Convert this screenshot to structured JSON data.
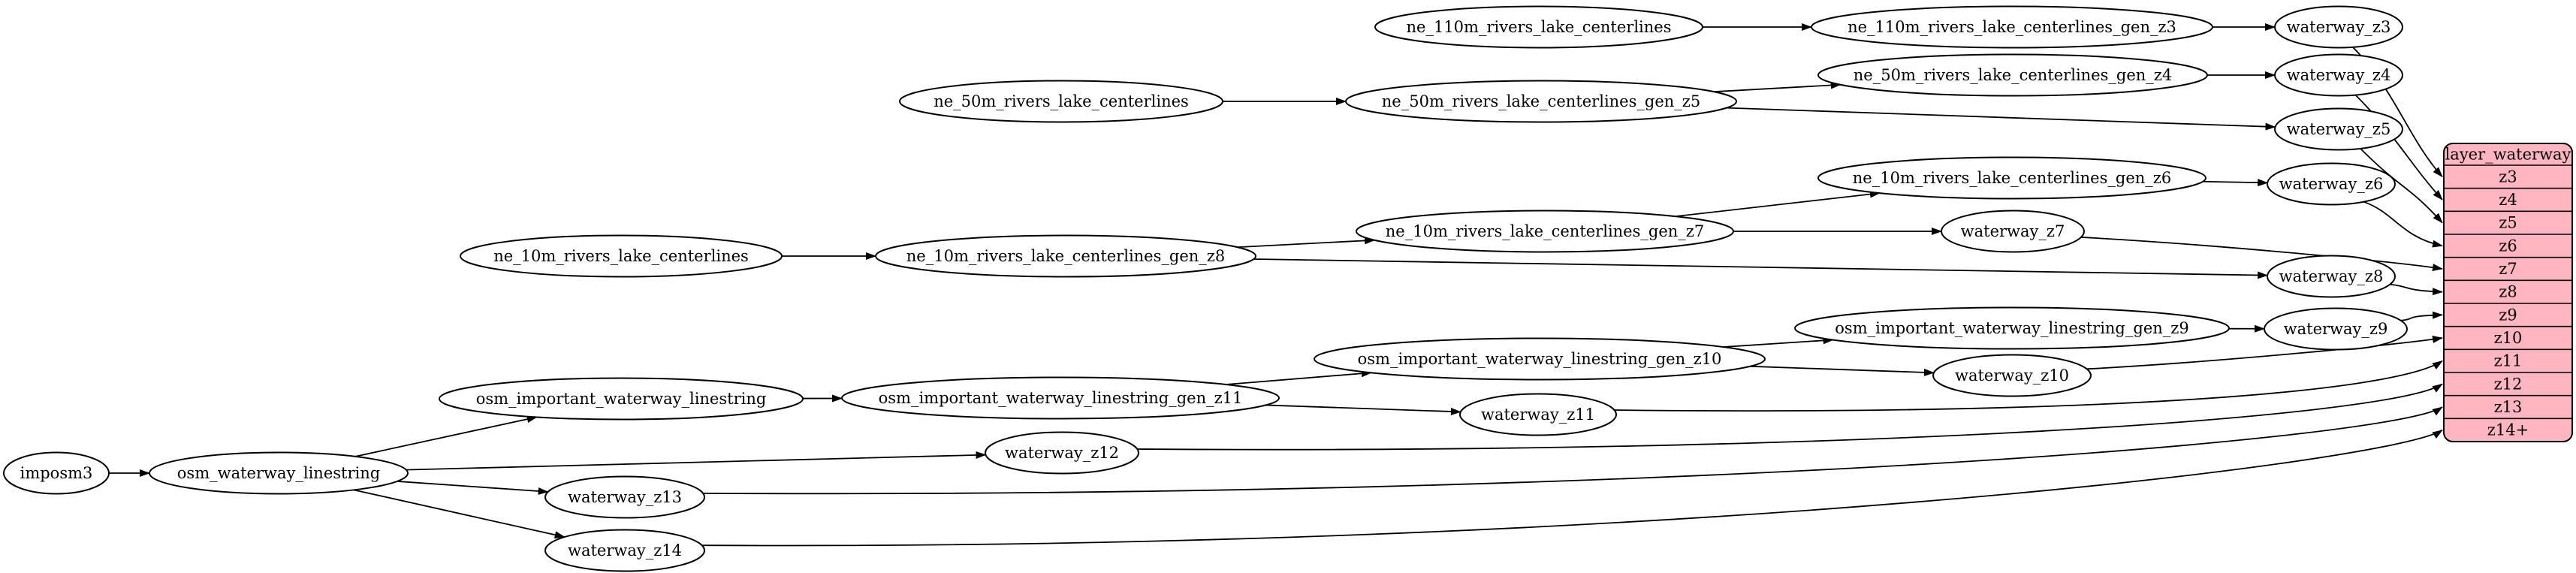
{
  "diagram": {
    "background": "#ffffff",
    "node_fill": "#ffffff",
    "node_stroke": "#000000",
    "edge_color": "#000000",
    "text_color": "#000000",
    "record_fill": "#ffb6c1"
  },
  "nodes": [
    {
      "id": "imposm3",
      "label": "imposm3"
    },
    {
      "id": "osm_waterway_linestring",
      "label": "osm_waterway_linestring"
    },
    {
      "id": "osm_important_waterway_linestring",
      "label": "osm_important_waterway_linestring"
    },
    {
      "id": "osm_important_waterway_linestring_gen_z11",
      "label": "osm_important_waterway_linestring_gen_z11"
    },
    {
      "id": "osm_important_waterway_linestring_gen_z10",
      "label": "osm_important_waterway_linestring_gen_z10"
    },
    {
      "id": "osm_important_waterway_linestring_gen_z9",
      "label": "osm_important_waterway_linestring_gen_z9"
    },
    {
      "id": "ne_110m_rivers_lake_centerlines",
      "label": "ne_110m_rivers_lake_centerlines"
    },
    {
      "id": "ne_110m_rivers_lake_centerlines_gen_z3",
      "label": "ne_110m_rivers_lake_centerlines_gen_z3"
    },
    {
      "id": "ne_50m_rivers_lake_centerlines",
      "label": "ne_50m_rivers_lake_centerlines"
    },
    {
      "id": "ne_50m_rivers_lake_centerlines_gen_z5",
      "label": "ne_50m_rivers_lake_centerlines_gen_z5"
    },
    {
      "id": "ne_50m_rivers_lake_centerlines_gen_z4",
      "label": "ne_50m_rivers_lake_centerlines_gen_z4"
    },
    {
      "id": "ne_10m_rivers_lake_centerlines",
      "label": "ne_10m_rivers_lake_centerlines"
    },
    {
      "id": "ne_10m_rivers_lake_centerlines_gen_z8",
      "label": "ne_10m_rivers_lake_centerlines_gen_z8"
    },
    {
      "id": "ne_10m_rivers_lake_centerlines_gen_z7",
      "label": "ne_10m_rivers_lake_centerlines_gen_z7"
    },
    {
      "id": "ne_10m_rivers_lake_centerlines_gen_z6",
      "label": "ne_10m_rivers_lake_centerlines_gen_z6"
    },
    {
      "id": "waterway_z3",
      "label": "waterway_z3"
    },
    {
      "id": "waterway_z4",
      "label": "waterway_z4"
    },
    {
      "id": "waterway_z5",
      "label": "waterway_z5"
    },
    {
      "id": "waterway_z6",
      "label": "waterway_z6"
    },
    {
      "id": "waterway_z7",
      "label": "waterway_z7"
    },
    {
      "id": "waterway_z8",
      "label": "waterway_z8"
    },
    {
      "id": "waterway_z9",
      "label": "waterway_z9"
    },
    {
      "id": "waterway_z10",
      "label": "waterway_z10"
    },
    {
      "id": "waterway_z11",
      "label": "waterway_z11"
    },
    {
      "id": "waterway_z12",
      "label": "waterway_z12"
    },
    {
      "id": "waterway_z13",
      "label": "waterway_z13"
    },
    {
      "id": "waterway_z14",
      "label": "waterway_z14"
    }
  ],
  "record": {
    "id": "layer_waterway",
    "title": "layer_waterway",
    "rows": [
      "z3",
      "z4",
      "z5",
      "z6",
      "z7",
      "z8",
      "z9",
      "z10",
      "z11",
      "z12",
      "z13",
      "z14+"
    ]
  },
  "edges": [
    {
      "from": "imposm3",
      "to": "osm_waterway_linestring"
    },
    {
      "from": "osm_waterway_linestring",
      "to": "osm_important_waterway_linestring"
    },
    {
      "from": "osm_waterway_linestring",
      "to": "waterway_z12"
    },
    {
      "from": "osm_waterway_linestring",
      "to": "waterway_z13"
    },
    {
      "from": "osm_waterway_linestring",
      "to": "waterway_z14"
    },
    {
      "from": "osm_important_waterway_linestring",
      "to": "osm_important_waterway_linestring_gen_z11"
    },
    {
      "from": "osm_important_waterway_linestring_gen_z11",
      "to": "osm_important_waterway_linestring_gen_z10"
    },
    {
      "from": "osm_important_waterway_linestring_gen_z11",
      "to": "waterway_z11"
    },
    {
      "from": "osm_important_waterway_linestring_gen_z10",
      "to": "osm_important_waterway_linestring_gen_z9"
    },
    {
      "from": "osm_important_waterway_linestring_gen_z10",
      "to": "waterway_z10"
    },
    {
      "from": "osm_important_waterway_linestring_gen_z9",
      "to": "waterway_z9"
    },
    {
      "from": "ne_110m_rivers_lake_centerlines",
      "to": "ne_110m_rivers_lake_centerlines_gen_z3"
    },
    {
      "from": "ne_110m_rivers_lake_centerlines_gen_z3",
      "to": "waterway_z3"
    },
    {
      "from": "ne_50m_rivers_lake_centerlines",
      "to": "ne_50m_rivers_lake_centerlines_gen_z5"
    },
    {
      "from": "ne_50m_rivers_lake_centerlines_gen_z5",
      "to": "ne_50m_rivers_lake_centerlines_gen_z4"
    },
    {
      "from": "ne_50m_rivers_lake_centerlines_gen_z5",
      "to": "waterway_z5"
    },
    {
      "from": "ne_50m_rivers_lake_centerlines_gen_z4",
      "to": "waterway_z4"
    },
    {
      "from": "ne_10m_rivers_lake_centerlines",
      "to": "ne_10m_rivers_lake_centerlines_gen_z8"
    },
    {
      "from": "ne_10m_rivers_lake_centerlines_gen_z8",
      "to": "ne_10m_rivers_lake_centerlines_gen_z7"
    },
    {
      "from": "ne_10m_rivers_lake_centerlines_gen_z8",
      "to": "waterway_z8"
    },
    {
      "from": "ne_10m_rivers_lake_centerlines_gen_z7",
      "to": "ne_10m_rivers_lake_centerlines_gen_z6"
    },
    {
      "from": "ne_10m_rivers_lake_centerlines_gen_z7",
      "to": "waterway_z7"
    },
    {
      "from": "ne_10m_rivers_lake_centerlines_gen_z6",
      "to": "waterway_z6"
    },
    {
      "from": "waterway_z3",
      "to": "layer_waterway:z3"
    },
    {
      "from": "waterway_z4",
      "to": "layer_waterway:z4"
    },
    {
      "from": "waterway_z5",
      "to": "layer_waterway:z5"
    },
    {
      "from": "waterway_z6",
      "to": "layer_waterway:z6"
    },
    {
      "from": "waterway_z7",
      "to": "layer_waterway:z7"
    },
    {
      "from": "waterway_z8",
      "to": "layer_waterway:z8"
    },
    {
      "from": "waterway_z9",
      "to": "layer_waterway:z9"
    },
    {
      "from": "waterway_z10",
      "to": "layer_waterway:z10"
    },
    {
      "from": "waterway_z11",
      "to": "layer_waterway:z11"
    },
    {
      "from": "waterway_z12",
      "to": "layer_waterway:z12"
    },
    {
      "from": "waterway_z13",
      "to": "layer_waterway:z13"
    },
    {
      "from": "waterway_z14",
      "to": "layer_waterway:z14+"
    }
  ]
}
